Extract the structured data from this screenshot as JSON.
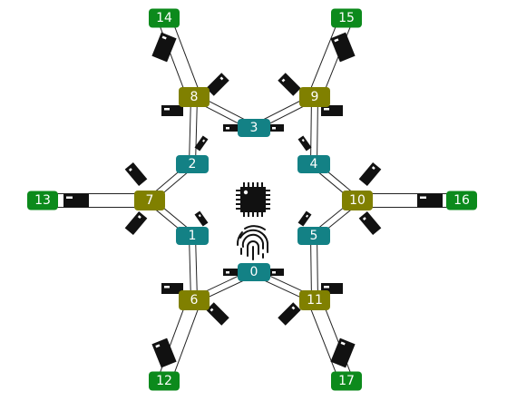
{
  "colors": {
    "teal": "#138185",
    "olive": "#808000",
    "green": "#0c8a1c",
    "dark": "#111111",
    "stroke": "#222222"
  },
  "center": {
    "chip_icon": "microcontroller-chip-icon",
    "sensor_icon": "fingerprint-icon"
  },
  "nodes": [
    {
      "id": "0",
      "label": "0",
      "kind": "teal"
    },
    {
      "id": "1",
      "label": "1",
      "kind": "teal"
    },
    {
      "id": "2",
      "label": "2",
      "kind": "teal"
    },
    {
      "id": "3",
      "label": "3",
      "kind": "teal"
    },
    {
      "id": "4",
      "label": "4",
      "kind": "teal"
    },
    {
      "id": "5",
      "label": "5",
      "kind": "teal"
    },
    {
      "id": "6",
      "label": "6",
      "kind": "olive"
    },
    {
      "id": "7",
      "label": "7",
      "kind": "olive"
    },
    {
      "id": "8",
      "label": "8",
      "kind": "olive"
    },
    {
      "id": "9",
      "label": "9",
      "kind": "olive"
    },
    {
      "id": "10",
      "label": "10",
      "kind": "olive"
    },
    {
      "id": "11",
      "label": "11",
      "kind": "olive"
    },
    {
      "id": "12",
      "label": "12",
      "kind": "green"
    },
    {
      "id": "13",
      "label": "13",
      "kind": "green"
    },
    {
      "id": "14",
      "label": "14",
      "kind": "green"
    },
    {
      "id": "15",
      "label": "15",
      "kind": "green"
    },
    {
      "id": "16",
      "label": "16",
      "kind": "green"
    },
    {
      "id": "17",
      "label": "17",
      "kind": "green"
    }
  ],
  "links": [
    [
      "0",
      "6"
    ],
    [
      "0",
      "11"
    ],
    [
      "1",
      "6"
    ],
    [
      "1",
      "7"
    ],
    [
      "2",
      "7"
    ],
    [
      "2",
      "8"
    ],
    [
      "3",
      "8"
    ],
    [
      "3",
      "9"
    ],
    [
      "4",
      "9"
    ],
    [
      "4",
      "10"
    ],
    [
      "5",
      "10"
    ],
    [
      "5",
      "11"
    ],
    [
      "6",
      "12"
    ],
    [
      "7",
      "13"
    ],
    [
      "8",
      "14"
    ],
    [
      "9",
      "15"
    ],
    [
      "10",
      "16"
    ],
    [
      "11",
      "17"
    ]
  ]
}
